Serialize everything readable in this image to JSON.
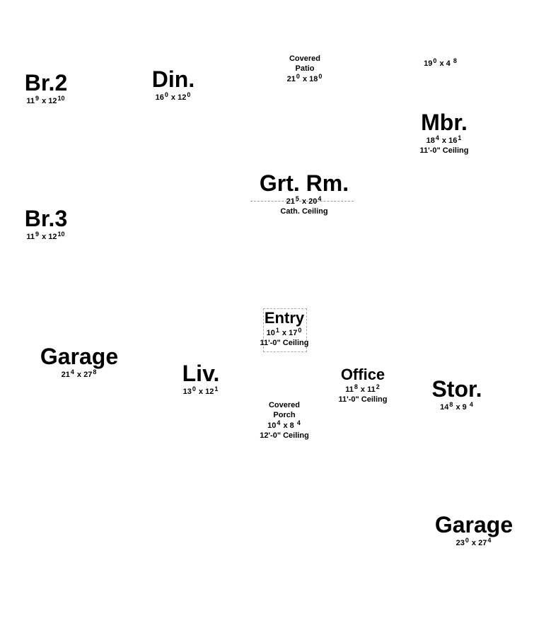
{
  "rooms": [
    {
      "id": "br2",
      "name": "Br.2",
      "dims": {
        "w": "11",
        "wi": "9",
        "l": "12",
        "li": "10"
      },
      "notes": []
    },
    {
      "id": "din",
      "name": "Din.",
      "dims": {
        "w": "16",
        "wi": "0",
        "l": "12",
        "li": "0"
      },
      "notes": []
    },
    {
      "id": "patio",
      "name_lines": [
        "Covered",
        "Patio"
      ],
      "dims": {
        "w": "21",
        "wi": "0",
        "l": "18",
        "li": "0"
      },
      "notes": []
    },
    {
      "id": "unnamed",
      "dims": {
        "w": "19",
        "wi": "0",
        "l": "4",
        "li": "8"
      },
      "notes": []
    },
    {
      "id": "mbr",
      "name": "Mbr.",
      "dims": {
        "w": "18",
        "wi": "4",
        "l": "16",
        "li": "1"
      },
      "notes": [
        "11'-0\" Ceiling"
      ]
    },
    {
      "id": "grt",
      "name": "Grt. Rm.",
      "dims": {
        "w": "21",
        "wi": "5",
        "l": "20",
        "li": "4"
      },
      "notes": [
        "Cath. Ceiling"
      ]
    },
    {
      "id": "br3",
      "name": "Br.3",
      "dims": {
        "w": "11",
        "wi": "9",
        "l": "12",
        "li": "10"
      },
      "notes": []
    },
    {
      "id": "entry",
      "name": "Entry",
      "dims": {
        "w": "10",
        "wi": "1",
        "l": "17",
        "li": "0"
      },
      "notes": [
        "11'-0\" Ceiling"
      ]
    },
    {
      "id": "garage1",
      "name": "Garage",
      "dims": {
        "w": "21",
        "wi": "4",
        "l": "27",
        "li": "8"
      },
      "notes": []
    },
    {
      "id": "liv",
      "name": "Liv.",
      "dims": {
        "w": "13",
        "wi": "0",
        "l": "12",
        "li": "1"
      },
      "notes": []
    },
    {
      "id": "office",
      "name": "Office",
      "dims": {
        "w": "11",
        "wi": "8",
        "l": "11",
        "li": "2"
      },
      "notes": [
        "11'-0\" Ceiling"
      ]
    },
    {
      "id": "porch",
      "name_lines": [
        "Covered",
        "Porch"
      ],
      "dims": {
        "w": "10",
        "wi": "4",
        "l": "8",
        "li": "4"
      },
      "notes": [
        "12'-0\" Ceiling"
      ]
    },
    {
      "id": "stor",
      "name": "Stor.",
      "dims": {
        "w": "14",
        "wi": "8",
        "l": "9",
        "li": "4"
      },
      "notes": []
    },
    {
      "id": "garage2",
      "name": "Garage",
      "dims": {
        "w": "23",
        "wi": "0",
        "l": "27",
        "li": "4"
      },
      "notes": []
    }
  ]
}
